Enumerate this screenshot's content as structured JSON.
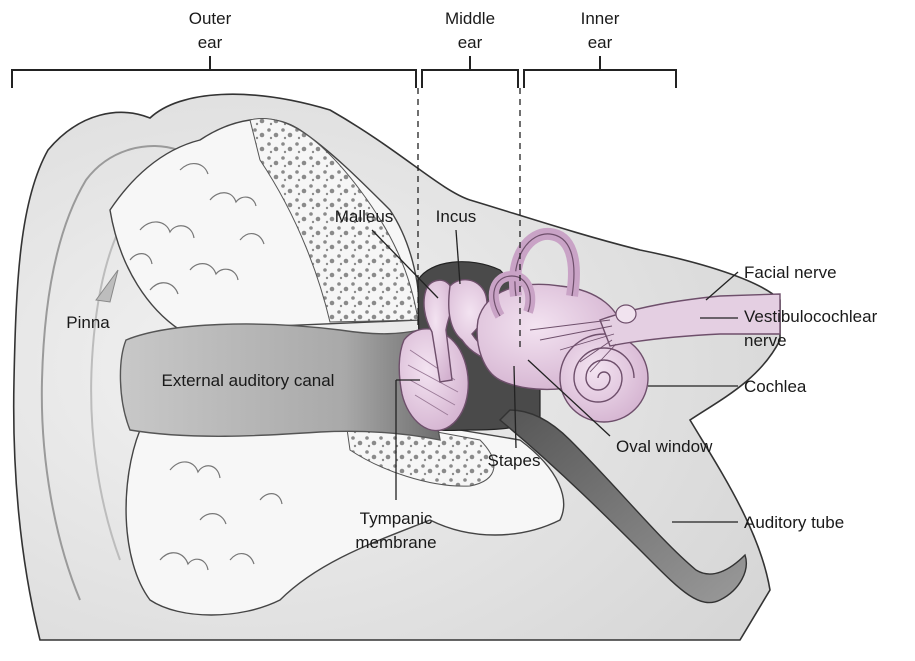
{
  "regions": {
    "outer": [
      "Outer",
      "ear"
    ],
    "middle": [
      "Middle",
      "ear"
    ],
    "inner": [
      "Inner",
      "ear"
    ]
  },
  "labels": {
    "pinna": "Pinna",
    "external_canal": "External auditory canal",
    "malleus": "Malleus",
    "incus": "Incus",
    "facial_nerve": "Facial nerve",
    "vestibulocochlear": [
      "Vestibulocochlear",
      "nerve"
    ],
    "cochlea": "Cochlea",
    "oval_window": "Oval window",
    "stapes": "Stapes",
    "tympanic": [
      "Tympanic",
      "membrane"
    ],
    "auditory_tube": "Auditory tube"
  },
  "colors": {
    "skin": "#e9e9e9",
    "skin_dark": "#cfcfcf",
    "canal": "#b9b9b9",
    "canal_dark": "#8f8f8f",
    "bone_fill": "#f4f4f4",
    "bone_spots": "#8a8a8a",
    "ossicle": "#e9cfe6",
    "ossicle_dark": "#c9a3c6",
    "cavity": "#3f3f3f",
    "line": "#222222"
  }
}
